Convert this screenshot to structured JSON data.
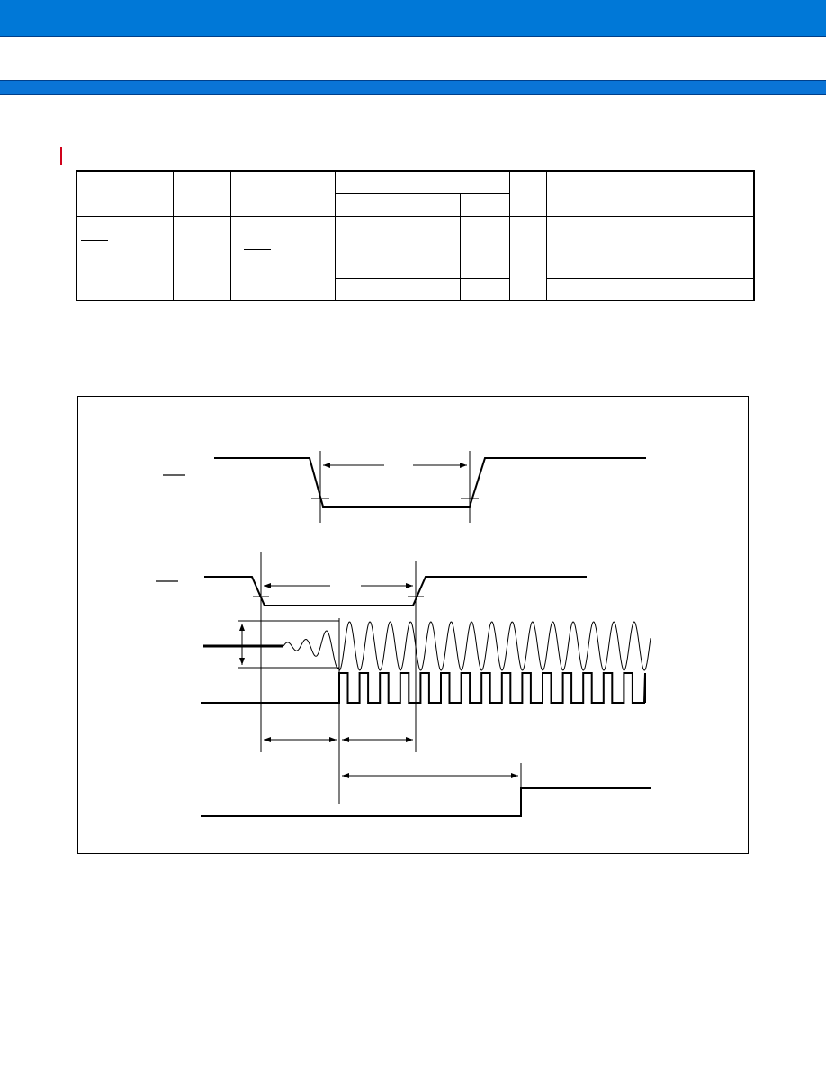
{
  "colors": {
    "header_band": "#0078d7",
    "accent_mark": "#d0021b",
    "line": "#000000"
  },
  "table": {
    "rows": 3,
    "columns": 8
  },
  "diagram": {
    "signals": [
      {
        "id": "reset-signal",
        "icon": "overline-bar"
      },
      {
        "id": "hst-signal",
        "icon": "overline-bar"
      },
      {
        "id": "oscillator-waveform",
        "icon": "sine-wave"
      },
      {
        "id": "clock-waveform",
        "icon": "square-wave"
      },
      {
        "id": "internal-operation",
        "icon": "step-waveform"
      }
    ]
  }
}
